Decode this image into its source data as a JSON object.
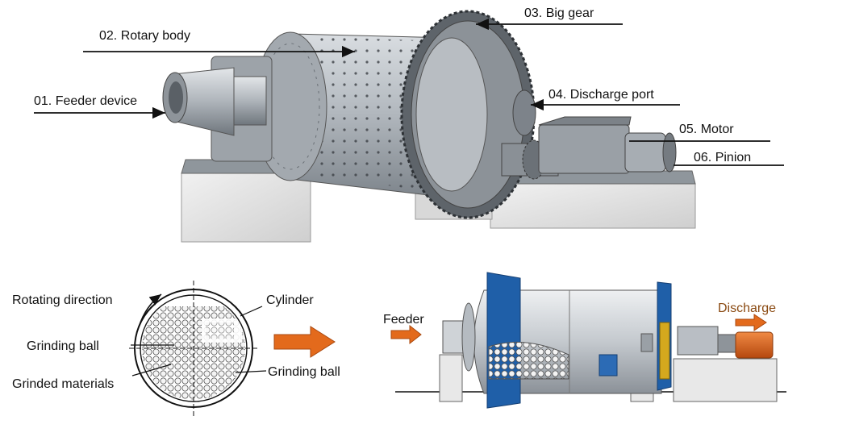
{
  "mill_labels": {
    "feeder_device": "01. Feeder device",
    "rotary_body": "02. Rotary body",
    "big_gear": "03. Big gear",
    "discharge_port": "04. Discharge port",
    "motor": "05. Motor",
    "pinion": "06. Pinion"
  },
  "section_labels": {
    "rotating_direction": "Rotating direction",
    "grinding_ball_left": "Grinding ball",
    "grinded_materials": "Grinded materials",
    "cylinder": "Cylinder",
    "grinding_ball_right": "Grinding ball"
  },
  "flow_labels": {
    "feeder": "Feeder",
    "discharge": "Discharge"
  },
  "colors": {
    "steel": "#b9bec4",
    "steel_dark": "#6f757c",
    "base": "#e6e6e6",
    "accent_blue": "#1f5fa8",
    "arrow_orange": "#e36a1c",
    "label_line": "#111111"
  }
}
